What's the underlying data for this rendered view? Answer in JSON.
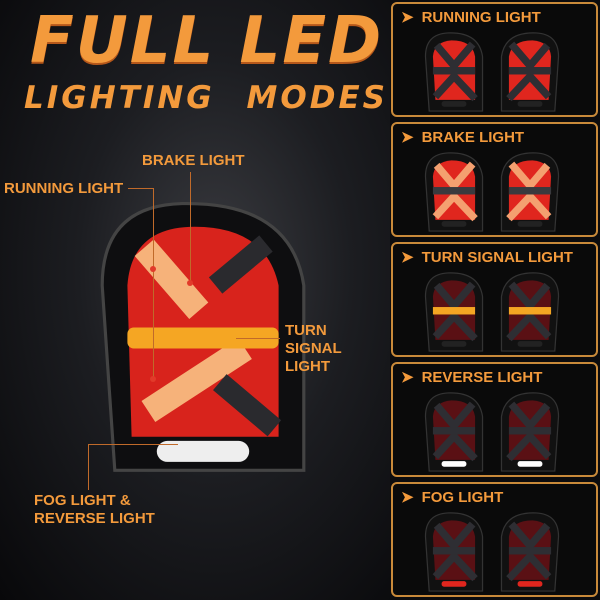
{
  "headline": {
    "line1": "FULL LED",
    "line2": "LIGHTING  MODES"
  },
  "callouts": {
    "brake": "BRAKE LIGHT",
    "running": "RUNNING LIGHT",
    "turn": "TURN SIGNAL LIGHT",
    "fog_reverse_1": "FOG LIGHT &",
    "fog_reverse_2": "REVERSE LIGHT"
  },
  "panels": [
    {
      "label": "RUNNING LIGHT",
      "mode": "running"
    },
    {
      "label": "BRAKE LIGHT",
      "mode": "brake"
    },
    {
      "label": "TURN SIGNAL LIGHT",
      "mode": "turn"
    },
    {
      "label": "REVERSE LIGHT",
      "mode": "reverse"
    },
    {
      "label": "FOG LIGHT",
      "mode": "fog"
    }
  ],
  "colors": {
    "accent": "#f39a3c",
    "border": "#c98a3a",
    "red": "#e0261e",
    "amber": "#f5a623",
    "white": "#ffffff"
  }
}
